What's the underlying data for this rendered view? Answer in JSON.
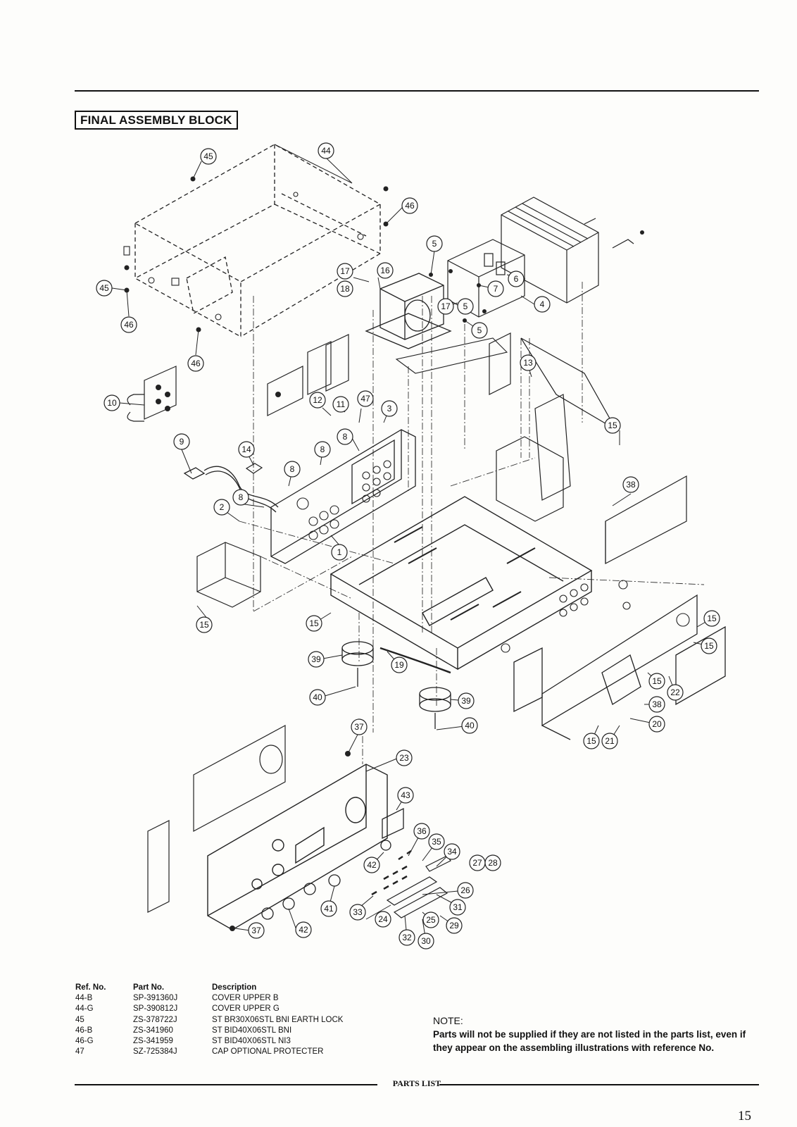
{
  "title": "FINAL ASSEMBLY BLOCK",
  "callouts": [
    {
      "id": "c45a",
      "t": "45"
    },
    {
      "id": "c44",
      "t": "44"
    },
    {
      "id": "c46a",
      "t": "46"
    },
    {
      "id": "c45b",
      "t": "45"
    },
    {
      "id": "c46b",
      "t": "46"
    },
    {
      "id": "c46c",
      "t": "46"
    },
    {
      "id": "c10",
      "t": "10"
    },
    {
      "id": "c5a",
      "t": "5"
    },
    {
      "id": "c17a",
      "t": "17"
    },
    {
      "id": "c16",
      "t": "16"
    },
    {
      "id": "c18",
      "t": "18"
    },
    {
      "id": "c7",
      "t": "7"
    },
    {
      "id": "c6",
      "t": "6"
    },
    {
      "id": "c17b",
      "t": "17"
    },
    {
      "id": "c5b",
      "t": "5"
    },
    {
      "id": "c4",
      "t": "4"
    },
    {
      "id": "c5c",
      "t": "5"
    },
    {
      "id": "c13",
      "t": "13"
    },
    {
      "id": "c47",
      "t": "47"
    },
    {
      "id": "c12",
      "t": "12"
    },
    {
      "id": "c11",
      "t": "11"
    },
    {
      "id": "c3",
      "t": "3"
    },
    {
      "id": "c9",
      "t": "9"
    },
    {
      "id": "c15a",
      "t": "15"
    },
    {
      "id": "c14",
      "t": "14"
    },
    {
      "id": "c8a",
      "t": "8"
    },
    {
      "id": "c8b",
      "t": "8"
    },
    {
      "id": "c8c",
      "t": "8"
    },
    {
      "id": "c8d",
      "t": "8"
    },
    {
      "id": "c2",
      "t": "2"
    },
    {
      "id": "c38a",
      "t": "38"
    },
    {
      "id": "c1",
      "t": "1"
    },
    {
      "id": "c15b",
      "t": "15"
    },
    {
      "id": "c15c",
      "t": "15"
    },
    {
      "id": "c15d",
      "t": "15"
    },
    {
      "id": "c15e",
      "t": "15"
    },
    {
      "id": "c39a",
      "t": "39"
    },
    {
      "id": "c19",
      "t": "19"
    },
    {
      "id": "c15f",
      "t": "15"
    },
    {
      "id": "c22",
      "t": "22"
    },
    {
      "id": "c38b",
      "t": "38"
    },
    {
      "id": "c40a",
      "t": "40"
    },
    {
      "id": "c39b",
      "t": "39"
    },
    {
      "id": "c20",
      "t": "20"
    },
    {
      "id": "c40b",
      "t": "40"
    },
    {
      "id": "c15g",
      "t": "15"
    },
    {
      "id": "c21",
      "t": "21"
    },
    {
      "id": "c37a",
      "t": "37"
    },
    {
      "id": "c23",
      "t": "23"
    },
    {
      "id": "c43",
      "t": "43"
    },
    {
      "id": "c36",
      "t": "36"
    },
    {
      "id": "c35",
      "t": "35"
    },
    {
      "id": "c34",
      "t": "34"
    },
    {
      "id": "c27",
      "t": "27"
    },
    {
      "id": "c28",
      "t": "28"
    },
    {
      "id": "c42a",
      "t": "42"
    },
    {
      "id": "c26",
      "t": "26"
    },
    {
      "id": "c41",
      "t": "41"
    },
    {
      "id": "c33",
      "t": "33"
    },
    {
      "id": "c31",
      "t": "31"
    },
    {
      "id": "c24",
      "t": "24"
    },
    {
      "id": "c25",
      "t": "25"
    },
    {
      "id": "c29",
      "t": "29"
    },
    {
      "id": "c37b",
      "t": "37"
    },
    {
      "id": "c42b",
      "t": "42"
    },
    {
      "id": "c32",
      "t": "32"
    },
    {
      "id": "c30",
      "t": "30"
    }
  ],
  "parts_list": {
    "headers": {
      "ref": "Ref. No.",
      "part": "Part No.",
      "desc": "Description"
    },
    "rows": [
      {
        "ref": "44-B",
        "part": "SP-391360J",
        "desc": "COVER UPPER B"
      },
      {
        "ref": "44-G",
        "part": "SP-390812J",
        "desc": "COVER UPPER G"
      },
      {
        "ref": "45",
        "part": "ZS-378722J",
        "desc": "ST BR30X06STL BNI EARTH LOCK"
      },
      {
        "ref": "46-B",
        "part": "ZS-341960",
        "desc": "ST BID40X06STL BNI"
      },
      {
        "ref": "46-G",
        "part": "ZS-341959",
        "desc": "ST BID40X06STL NI3"
      },
      {
        "ref": "47",
        "part": "SZ-725384J",
        "desc": "CAP OPTIONAL PROTECTER"
      }
    ]
  },
  "note": {
    "title": "NOTE:",
    "body": "Parts will not be supplied if they are not listed in the parts list, even if they appear on the assembling illustrations with reference No."
  },
  "footer_label": "PARTS LIST",
  "page_number": "15"
}
